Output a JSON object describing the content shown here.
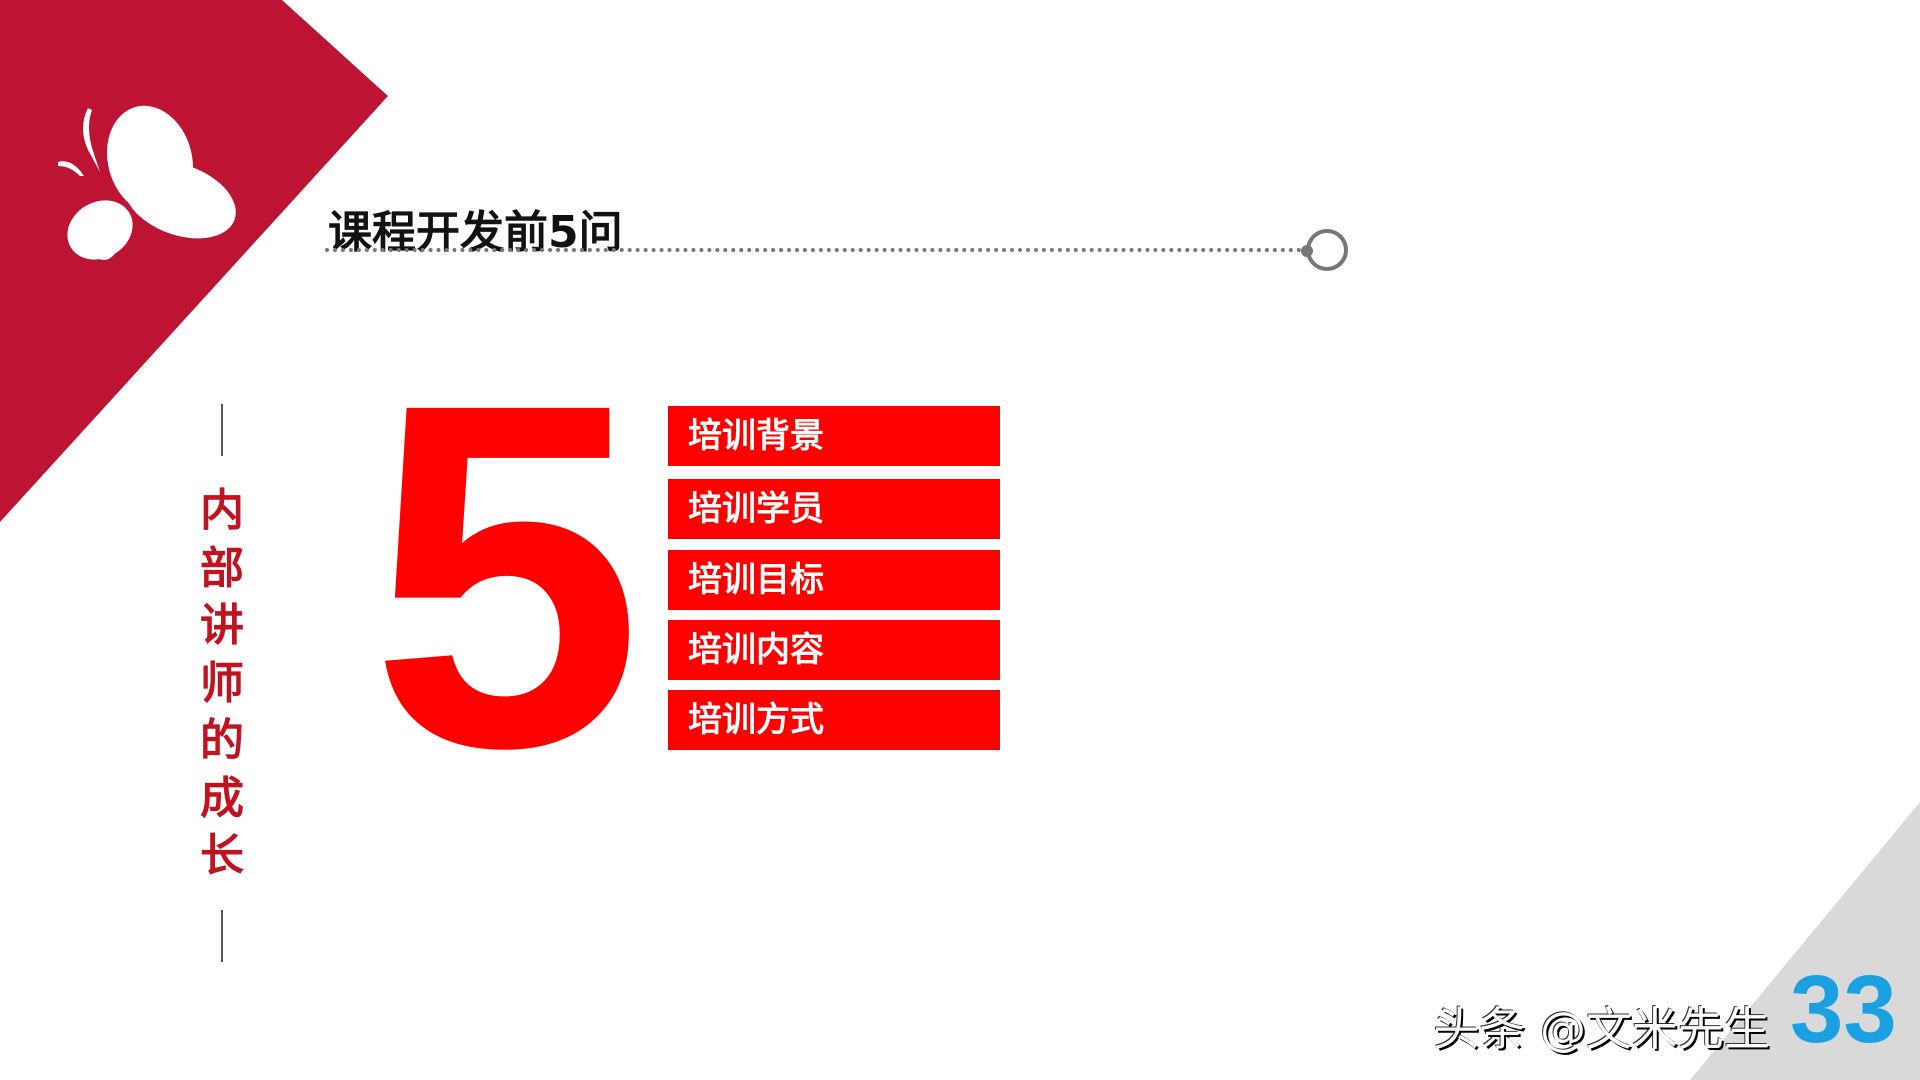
{
  "colors": {
    "brand_red": "#be1434",
    "accent_red": "#ff0000",
    "page_number": "#1ba1e2",
    "corner_gray": "#d9d9d9"
  },
  "logo": {
    "icon": "butterfly-icon"
  },
  "title": "课程开发前5问",
  "big_number": "5",
  "items": [
    {
      "label": "培训背景"
    },
    {
      "label": "培训学员"
    },
    {
      "label": "培训目标"
    },
    {
      "label": "培训内容"
    },
    {
      "label": "培训方式"
    }
  ],
  "side_title": "内部讲师的成长",
  "page_number": "33",
  "watermark": "头条 @文米先生"
}
